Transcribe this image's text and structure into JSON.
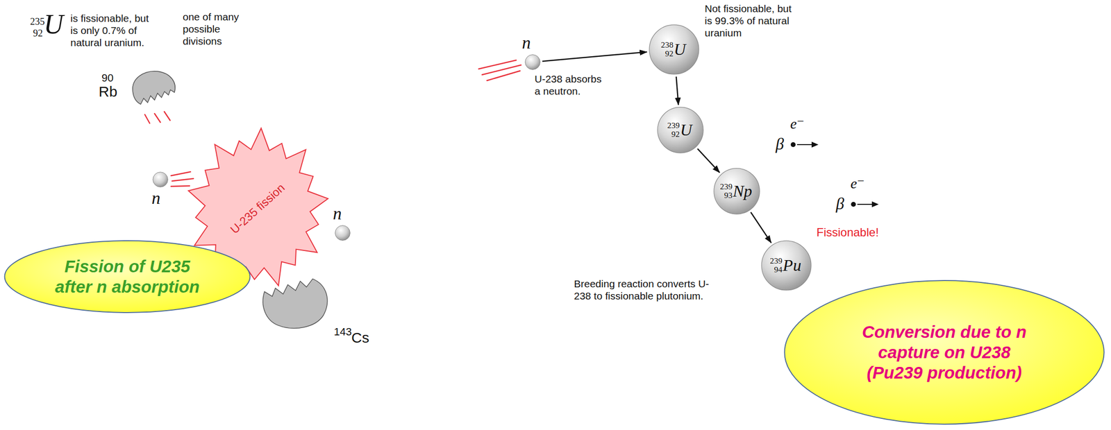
{
  "diagram": {
    "nodes": [
      {
        "text": [
          "90",
          "Rb"
        ]
      },
      {
        "text": [
          "n"
        ]
      },
      {
        "text": [
          "U-235 fission"
        ]
      },
      {
        "text": [
          "n"
        ]
      },
      {
        "text": [
          "143",
          "Cs"
        ]
      },
      {
        "text": [
          "n"
        ]
      },
      {
        "text": [
          "238",
          "92",
          "U"
        ]
      },
      {
        "text": [
          "239",
          "92",
          "U"
        ]
      },
      {
        "text": [
          "239",
          "93",
          "Np"
        ]
      },
      {
        "text": [
          "239",
          "94",
          "Pu"
        ]
      },
      {
        "text": [
          "Fission of U235 after n absorption"
        ]
      },
      {
        "text": [
          "Conversion due to n capture on U238 (Pu239 production)"
        ]
      }
    ],
    "edges": [
      {
        "from": 5,
        "to": 6,
        "arrow": "to"
      },
      {
        "from": 6,
        "to": 7,
        "arrow": "to"
      },
      {
        "from": 7,
        "to": 8,
        "arrow": "to"
      },
      {
        "from": 8,
        "to": 9,
        "arrow": "to"
      }
    ],
    "labels": [
      "235",
      "92",
      "U",
      "is fissionable, but is only 0.7% of natural uranium.",
      "one of many possible divisions",
      "Not fissionable, but is 99.3% of natural uranium",
      "U-238 absorbs a neutron.",
      "β",
      "e⁻",
      "β",
      "e⁻",
      "Fissionable!",
      "Breeding reaction converts U-238 to fissionable plutonium."
    ]
  }
}
